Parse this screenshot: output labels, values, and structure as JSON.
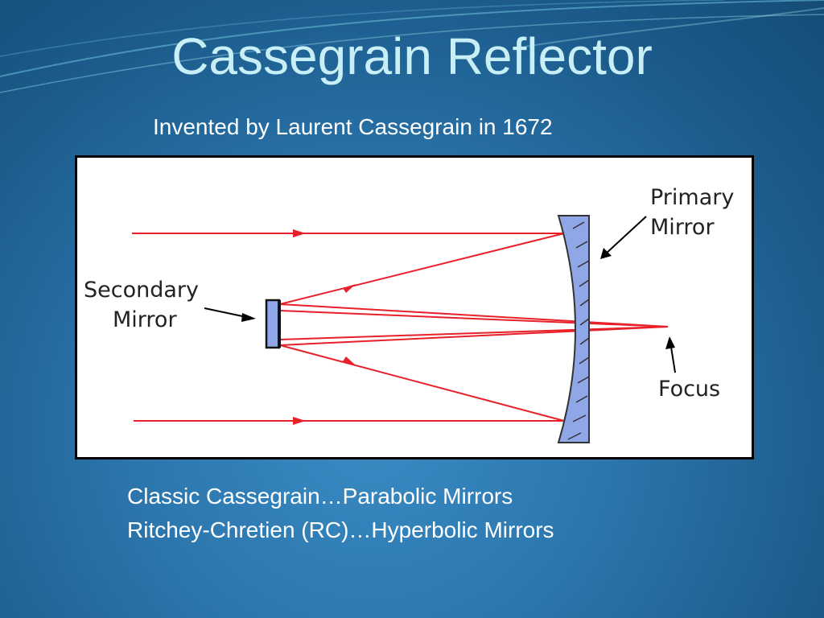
{
  "slide": {
    "title": "Cassegrain Reflector",
    "subtitle": "Invented by Laurent Cassegrain in 1672",
    "diagram": {
      "labels": {
        "primary_line1": "Primary",
        "primary_line2": "Mirror",
        "secondary_line1": "Secondary",
        "secondary_line2": "Mirror",
        "focus": "Focus"
      },
      "colors": {
        "ray": "#e8202a",
        "mirror_fill": "#8fa7e6",
        "mirror_stroke": "#333333",
        "pointer": "#000000"
      }
    },
    "notes": [
      "Classic Cassegrain…Parabolic Mirrors",
      "Ritchey-Chretien (RC)…Hyperbolic Mirrors"
    ]
  }
}
